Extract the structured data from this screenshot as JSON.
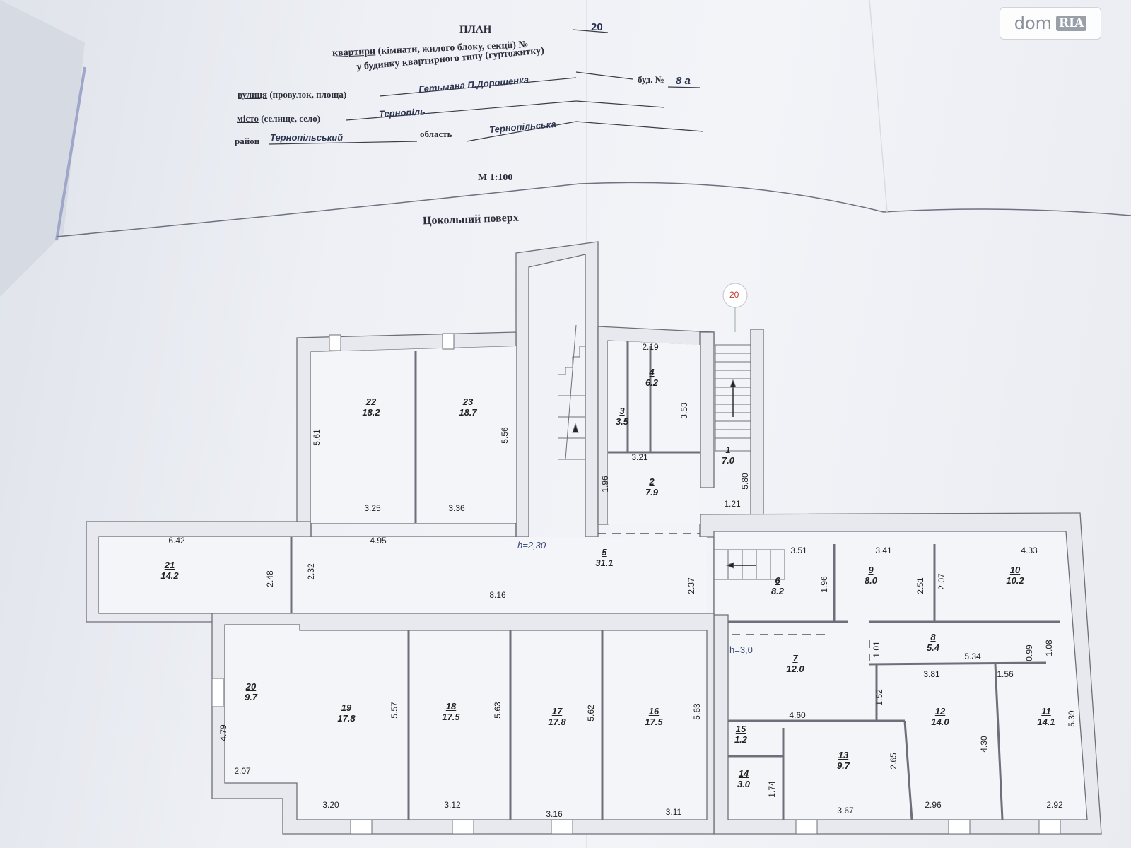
{
  "header": {
    "title": "ПЛАН",
    "line1_prefix": "квартири",
    "line1_rest": "(кімнати, жилого блоку, секції) №",
    "number": "20",
    "line2": "у будинку квартирного типу (гуртожитку)",
    "street_label": "вулиця",
    "street_rest": "(провулок, площа)",
    "street_value": "Гетьмана П.Дорошенка",
    "building_label": "буд. №",
    "building_value": "8 а",
    "city_label": "місто",
    "city_rest": "(селище, село)",
    "city_value": "Тернопіль",
    "district_label": "район",
    "district_value": "Тернопільський",
    "region_label": "область",
    "region_value": "Тернопільська",
    "scale": "М 1:100",
    "floor": "Цокольний поверх"
  },
  "watermark": {
    "brand": "dom",
    "badge": "RIA"
  },
  "marker": "20",
  "heights": {
    "corridor": "h=2,30",
    "lower": "h=3,0"
  },
  "rooms": [
    {
      "num": "1",
      "area": "7.0"
    },
    {
      "num": "2",
      "area": "7.9"
    },
    {
      "num": "3",
      "area": "3.5"
    },
    {
      "num": "4",
      "area": "6.2"
    },
    {
      "num": "5",
      "area": "31.1"
    },
    {
      "num": "6",
      "area": "8.2"
    },
    {
      "num": "7",
      "area": "12.0"
    },
    {
      "num": "8",
      "area": "5.4"
    },
    {
      "num": "9",
      "area": "8.0"
    },
    {
      "num": "10",
      "area": "10.2"
    },
    {
      "num": "11",
      "area": "14.1"
    },
    {
      "num": "12",
      "area": "14.0"
    },
    {
      "num": "13",
      "area": "9.7"
    },
    {
      "num": "14",
      "area": "3.0"
    },
    {
      "num": "15",
      "area": "1.2"
    },
    {
      "num": "16",
      "area": "17.5"
    },
    {
      "num": "17",
      "area": "17.8"
    },
    {
      "num": "18",
      "area": "17.5"
    },
    {
      "num": "19",
      "area": "17.8"
    },
    {
      "num": "20",
      "area": "9.7"
    },
    {
      "num": "21",
      "area": "14.2"
    },
    {
      "num": "22",
      "area": "18.2"
    },
    {
      "num": "23",
      "area": "18.7"
    }
  ],
  "dimensions": [
    "2.19",
    "3.53",
    "3.21",
    "1.96",
    "5.80",
    "1.21",
    "5.61",
    "5.56",
    "3.25",
    "3.36",
    "6.42",
    "4.95",
    "2.48",
    "2.32",
    "8.16",
    "2.37",
    "3.51",
    "3.41",
    "4.33",
    "1.96",
    "2.51",
    "2.07",
    "1.01",
    "0.99",
    "1.08",
    "5.34",
    "3.81",
    "1.56",
    "1.52",
    "4.60",
    "5.57",
    "5.63",
    "5.62",
    "5.63",
    "4.79",
    "2.07",
    "4.30",
    "5.39",
    "2.65",
    "1.74",
    "3.20",
    "3.12",
    "3.16",
    "3.11",
    "3.67",
    "2.96",
    "2.92"
  ]
}
